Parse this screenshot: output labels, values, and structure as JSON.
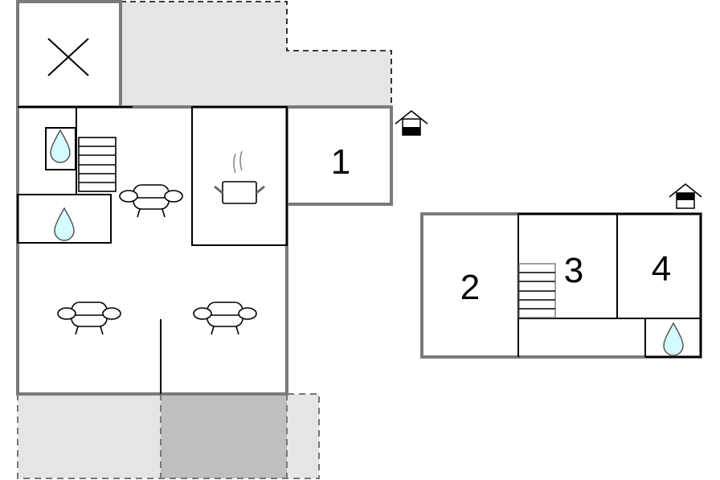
{
  "diagram": {
    "type": "floor-plan",
    "floors": [
      {
        "name": "ground-floor",
        "rooms": [
          {
            "label": "1",
            "kind": "bedroom"
          }
        ]
      },
      {
        "name": "upper-floor",
        "rooms": [
          {
            "label": "2",
            "kind": "bedroom"
          },
          {
            "label": "3",
            "kind": "bedroom"
          },
          {
            "label": "4",
            "kind": "bedroom"
          }
        ]
      }
    ],
    "icons": [
      "x-mark-icon",
      "water-drop-icon",
      "stairs-icon",
      "sofa-icon",
      "kitchen-pot-icon",
      "floor-level-icon"
    ]
  },
  "labels": {
    "room1": "1",
    "room2": "2",
    "room3": "3",
    "room4": "4"
  },
  "colors": {
    "wall_outer": "#7a7a7a",
    "wall_inner": "#000000",
    "terrace": "#e5e5e5",
    "terrace_dark": "#bfbfbf",
    "water": "#d4fbfd"
  }
}
